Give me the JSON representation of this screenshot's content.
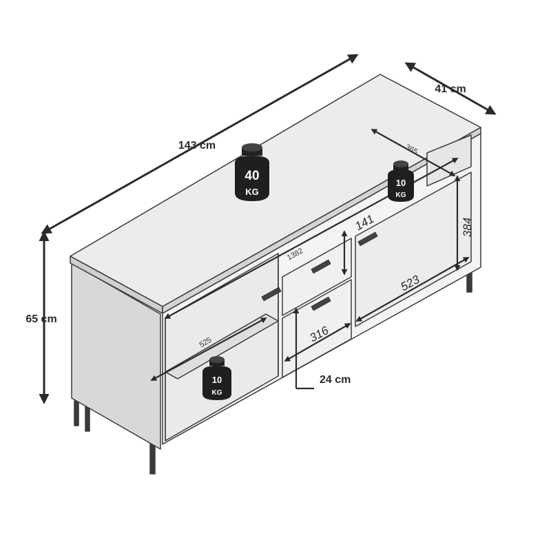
{
  "dimensions": {
    "width": "143 cm",
    "depth": "41 cm",
    "height": "65 cm",
    "drawer_depth": "24 cm",
    "inner_width": "1382",
    "shelf_depth": "365",
    "drawer_height": "141",
    "door_height": "384",
    "door_width": "523",
    "drawer_width": "316",
    "open_shelf_width": "525"
  },
  "weights": {
    "top": {
      "value": "40",
      "unit": "KG"
    },
    "right_shelf": {
      "value": "10",
      "unit": "KG"
    },
    "left_shelf": {
      "value": "10",
      "unit": "KG"
    }
  },
  "colors": {
    "line": "#2a2a2a",
    "top_surface": "#ededed",
    "front": "#f6f6f6",
    "side": "#dcdcdc",
    "legs": "#3a3a3a",
    "weight": "#222222"
  }
}
